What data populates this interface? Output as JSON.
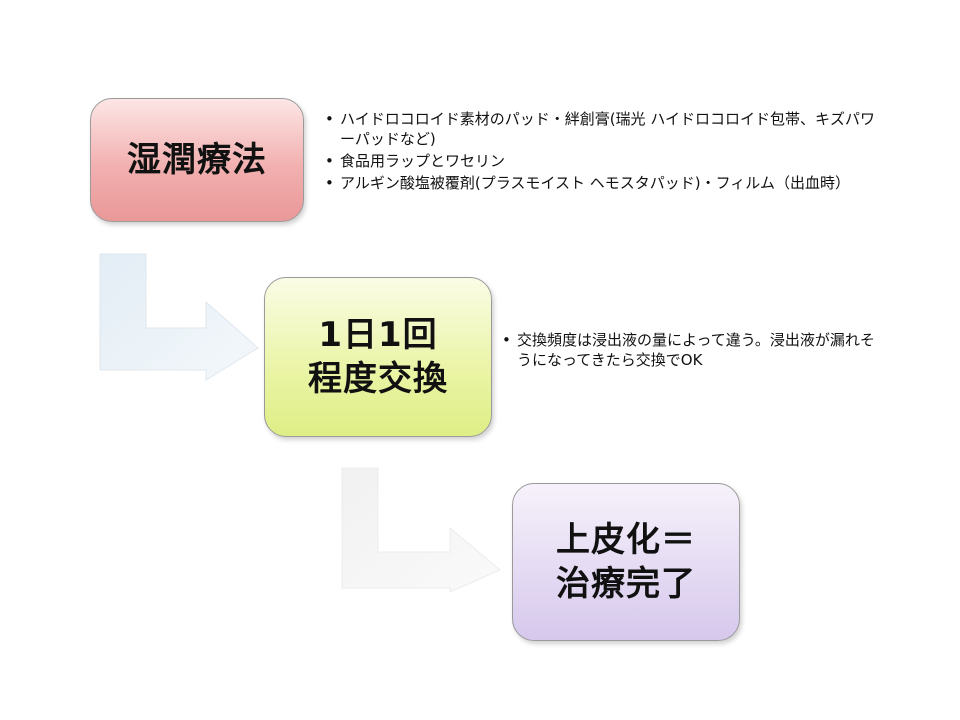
{
  "steps": [
    {
      "title_lines": [
        "湿潤療法"
      ]
    },
    {
      "title_lines": [
        "1日1回",
        "程度交換"
      ]
    },
    {
      "title_lines": [
        "上皮化＝",
        "治療完了"
      ]
    }
  ],
  "notes": {
    "wet_therapy": [
      "ハイドロコロイド素材のパッド・絆創膏(瑞光 ハイドロコロイド包帯、キズパワーパッドなど)",
      "食品用ラップとワセリン",
      "アルギン酸塩被覆剤(プラスモイスト ヘモスタパッド)・フィルム（出血時）"
    ],
    "exchange": [
      "交換頻度は浸出液の量によって違う。浸出液が漏れそうになってきたら交換でOK"
    ]
  },
  "bullet_char": "•"
}
